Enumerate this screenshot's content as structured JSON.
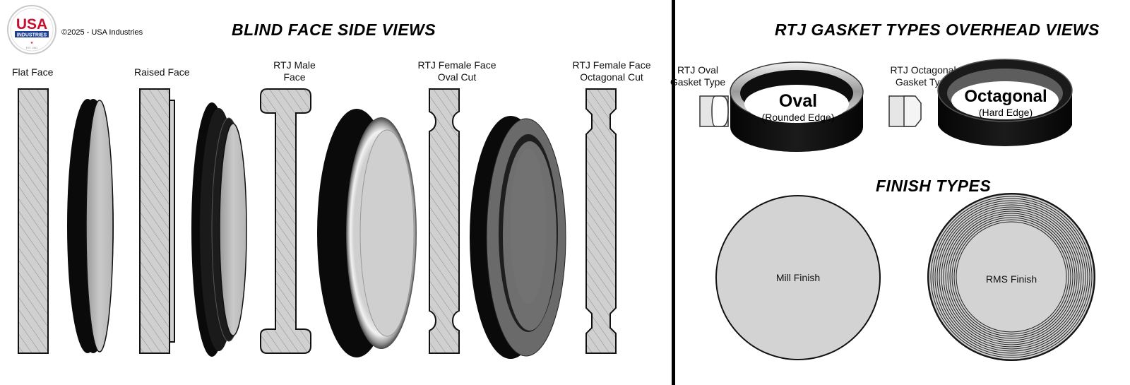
{
  "logo": {
    "text": "USA",
    "subtext": "INDUSTRIES",
    "tagline": "EST. 1951"
  },
  "copyright": "©2025 - USA Industries",
  "left_section": {
    "title": "BLIND FACE SIDE VIEWS",
    "labels": {
      "flat_face": "Flat Face",
      "raised_face": "Raised Face",
      "rtj_male_1": "RTJ Male",
      "rtj_male_2": "Face",
      "rtj_female_oval_1": "RTJ Female Face",
      "rtj_female_oval_2": "Oval Cut",
      "rtj_female_oct_1": "RTJ Female Face",
      "rtj_female_oct_2": "Octagonal Cut"
    }
  },
  "right_section": {
    "title": "RTJ GASKET TYPES OVERHEAD VIEWS",
    "oval_type_1": "RTJ Oval",
    "oval_type_2": "Gasket Type",
    "oct_type_1": "RTJ Octagonal",
    "oct_type_2": "Gasket Type",
    "oval_ring_title": "Oval",
    "oval_ring_sub": "(Rounded Edge)",
    "oct_ring_title": "Octagonal",
    "oct_ring_sub": "(Hard Edge)",
    "finish_title": "FINISH TYPES",
    "mill_finish": "Mill Finish",
    "rms_finish": "RMS Finish"
  },
  "colors": {
    "dark": "#0a0a0a",
    "light_gray": "#cfcfcf",
    "mid_gray": "#6e6e6e",
    "red": "#c8102e",
    "blue": "#1c3f94"
  }
}
